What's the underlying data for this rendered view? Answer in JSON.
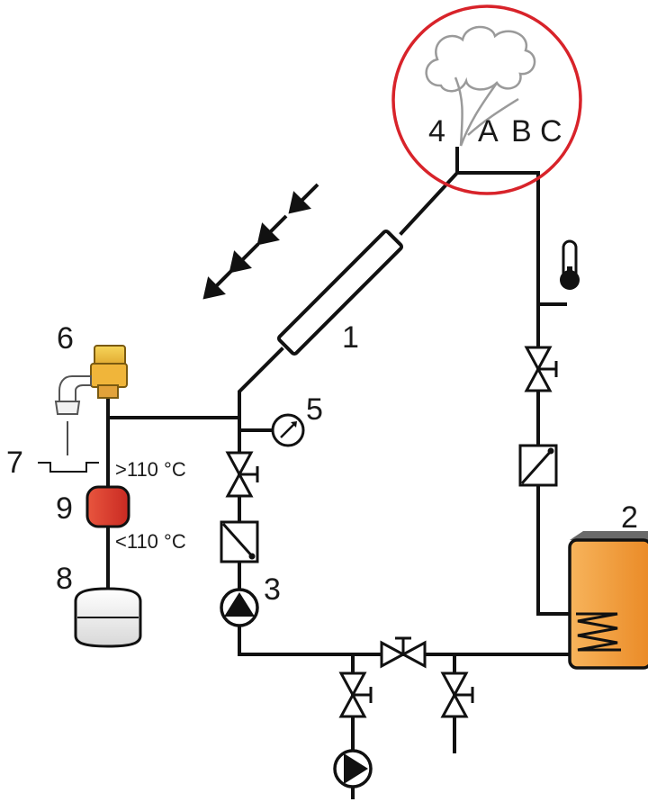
{
  "labels": {
    "collector": "1",
    "storage_tank": "2",
    "pump": "3",
    "vent_point": "4",
    "pressure_gauge": "5",
    "safety_valve": "6",
    "discharge": "7",
    "expansion_vessel": "8",
    "pre_vessel": "9",
    "letter_a": "A",
    "letter_b": "B",
    "letter_c": "C"
  },
  "temperatures": {
    "above": ">110 °C",
    "below": "<110 °C"
  },
  "colors": {
    "highlight_circle": "#d8232a",
    "tank": "#f39a3a",
    "pre_vessel": "#e0402c",
    "safety_valve": "#f2c230",
    "pipe": "#111111"
  }
}
